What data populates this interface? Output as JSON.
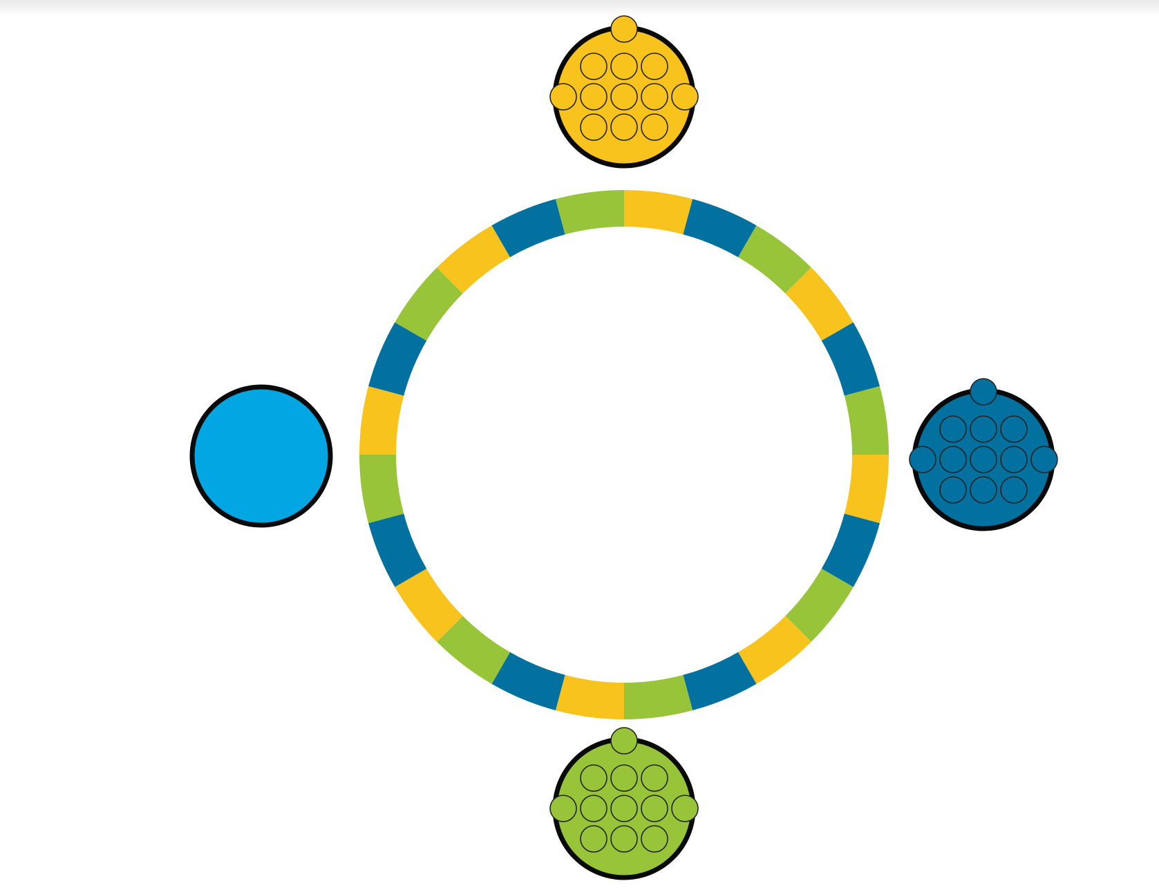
{
  "colors": {
    "yellow": "#F8C31C",
    "green": "#98C43A",
    "dark_blue": "#03719F",
    "light_blue": "#01A6E2",
    "outline": "#0a0a0a",
    "background": "#FFFFFF"
  },
  "board": {
    "track_segment_count": 24,
    "track_segment_colors": [
      "yellow",
      "dark_blue",
      "green",
      "yellow",
      "dark_blue",
      "green",
      "yellow",
      "dark_blue",
      "green",
      "yellow",
      "dark_blue",
      "green",
      "yellow",
      "dark_blue",
      "green",
      "yellow",
      "dark_blue",
      "green",
      "yellow",
      "dark_blue",
      "green",
      "yellow",
      "dark_blue",
      "green"
    ]
  },
  "player_bases": [
    {
      "id": "yellow",
      "position": "top",
      "color": "yellow",
      "tokens_inside": 9,
      "tokens_on_rim": 3
    },
    {
      "id": "dark_blue",
      "position": "right",
      "color": "dark_blue",
      "tokens_inside": 9,
      "tokens_on_rim": 3
    },
    {
      "id": "green",
      "position": "bottom",
      "color": "green",
      "tokens_inside": 9,
      "tokens_on_rim": 3
    },
    {
      "id": "light_blue",
      "position": "left",
      "color": "light_blue",
      "tokens_inside": 0,
      "tokens_on_rim": 0
    }
  ]
}
